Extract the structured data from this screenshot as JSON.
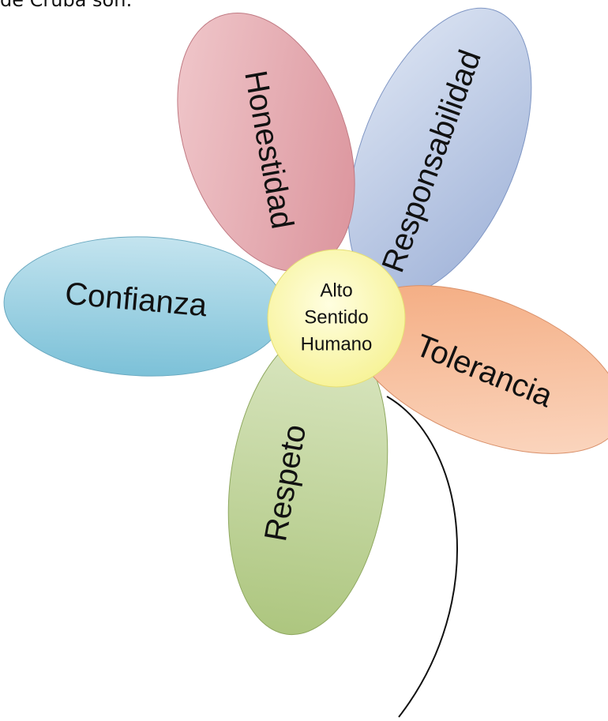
{
  "header": {
    "text": "de Cruba son:"
  },
  "flower": {
    "center": {
      "lines": [
        "Alto",
        "Sentido",
        "Humano"
      ]
    },
    "petals": [
      {
        "label": "Honestidad"
      },
      {
        "label": "Responsabilidad"
      },
      {
        "label": "Confianza"
      },
      {
        "label": "Tolerancia"
      },
      {
        "label": "Respeto"
      }
    ]
  },
  "colors": {
    "honestidad": "#e3a3aa",
    "responsabilidad": "#aebedf",
    "confianza": "#8ccbe0",
    "tolerancia": "#f6b892",
    "respeto": "#bcd293",
    "center": "#fdfcb4",
    "stem": "#111111"
  }
}
